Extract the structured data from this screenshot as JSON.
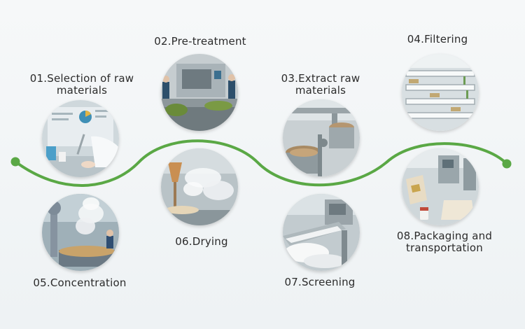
{
  "steps": [
    {
      "id": "01",
      "label": "01.Selection of raw materials",
      "line1": "01.Selection of raw",
      "line2": "materials",
      "icon": "lab-sampling-icon"
    },
    {
      "id": "02",
      "label": "02.Pre-treatment",
      "icon": "conveyor-machine-icon"
    },
    {
      "id": "03",
      "label": "03.Extract raw materials",
      "line1": "03.Extract raw",
      "line2": "materials",
      "icon": "extraction-tank-icon"
    },
    {
      "id": "04",
      "label": "04.Filtering",
      "icon": "filter-rack-icon"
    },
    {
      "id": "05",
      "label": "05.Concentration",
      "icon": "concentration-vessel-icon"
    },
    {
      "id": "06",
      "label": "06.Drying",
      "icon": "spray-dryer-icon"
    },
    {
      "id": "07",
      "label": "07.Screening",
      "icon": "sieve-screening-icon"
    },
    {
      "id": "08",
      "label": "08.Packaging and transportation",
      "line1": "08.Packaging and",
      "line2": "transportation",
      "icon": "packaging-bags-icon"
    }
  ],
  "colors": {
    "wave": "#5aa845",
    "label": "#2b2b2b",
    "background": "#f2f5f6"
  }
}
